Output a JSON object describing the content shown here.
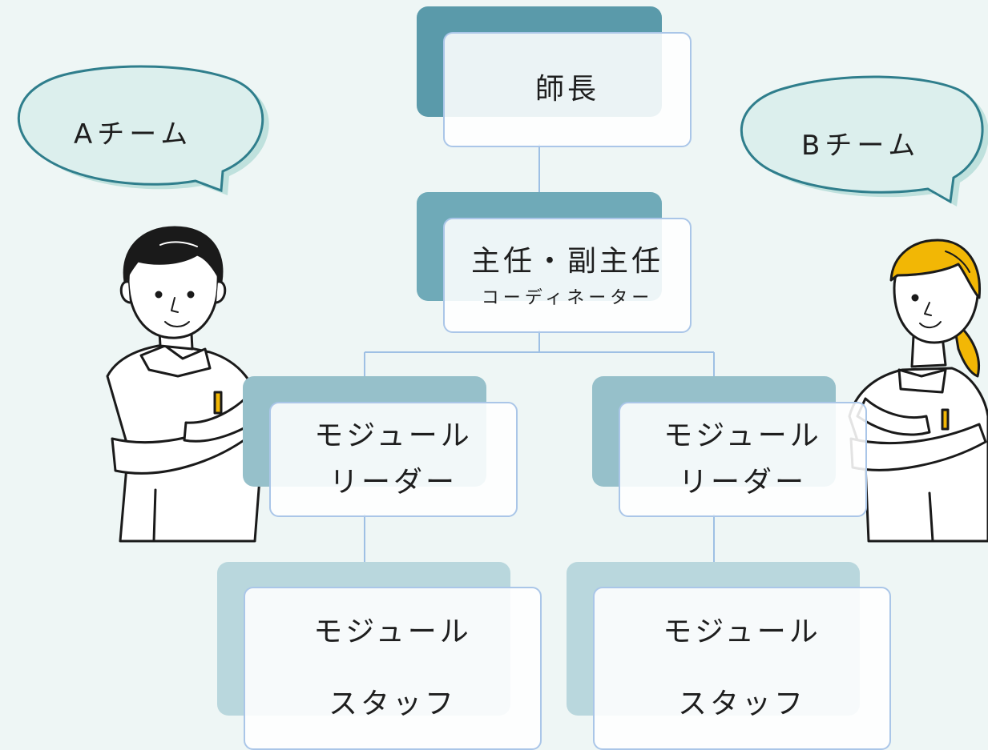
{
  "colors": {
    "background": "#eef6f5",
    "level1_back": "#5a9aaa",
    "level2_back": "#6faab8",
    "level3_back": "#96c0ca",
    "level4_back": "#b9d7dd",
    "card_border": "#aac6e8",
    "connector": "#9ec0e4",
    "bubble_fill": "#dcefed",
    "bubble_outline": "#2f7e8c",
    "skin": "#ffffff",
    "hair_male": "#1a1a1a",
    "hair_female": "#f2b705"
  },
  "teams": {
    "a": "Aチーム",
    "b": "Bチーム"
  },
  "nodes": {
    "head": "師長",
    "chief": "主任・副主任",
    "chief_sub": "コーディネーター",
    "leader_a_line1": "モジュール",
    "leader_a_line2": "リーダー",
    "leader_b_line1": "モジュール",
    "leader_b_line2": "リーダー",
    "staff_a_line1": "モジュール",
    "staff_a_line2": "スタッフ",
    "staff_b_line1": "モジュール",
    "staff_b_line2": "スタッフ"
  },
  "icons": [
    "speech-bubble-icon",
    "male-nurse-illustration",
    "female-nurse-illustration"
  ]
}
